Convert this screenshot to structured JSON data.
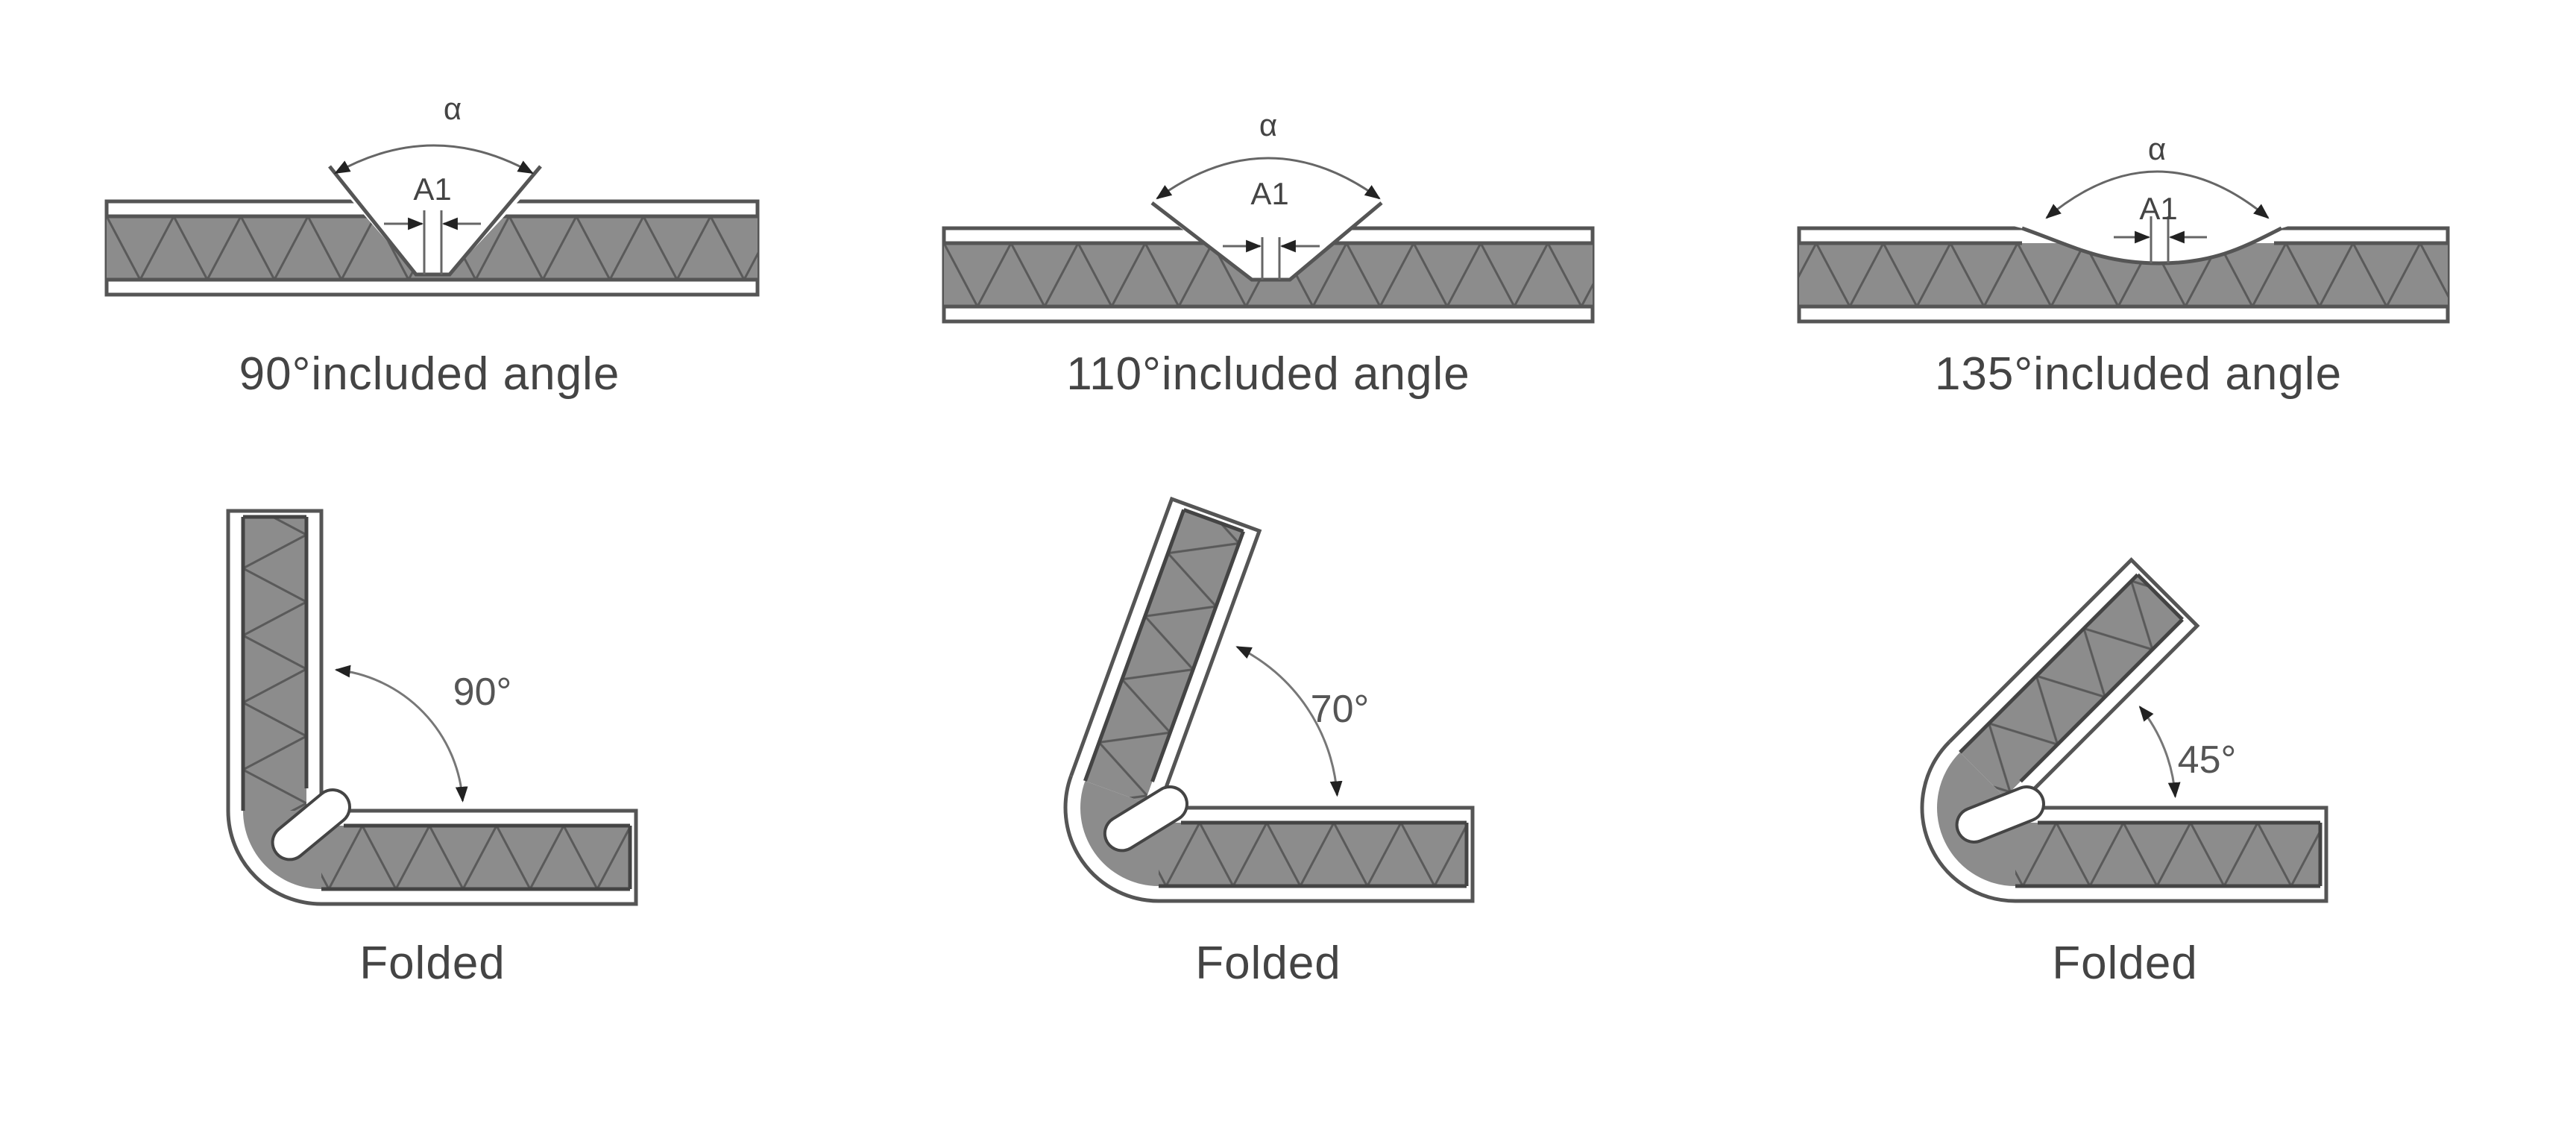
{
  "diagram": {
    "colors": {
      "core": "#8c8c8c",
      "skin": "#ffffff",
      "outline": "#555555",
      "text": "#444444"
    },
    "grooves": [
      {
        "alpha_symbol": "α",
        "dimension_label": "A1",
        "caption": "90°included angle"
      },
      {
        "alpha_symbol": "α",
        "dimension_label": "A1",
        "caption": "110°included angle"
      },
      {
        "alpha_symbol": "α",
        "dimension_label": "A1",
        "caption": "135°included angle"
      }
    ],
    "folds": [
      {
        "angle_deg": 90,
        "angle_label": "90°",
        "caption": "Folded"
      },
      {
        "angle_deg": 70,
        "angle_label": "70°",
        "caption": "Folded"
      },
      {
        "angle_deg": 45,
        "angle_label": "45°",
        "caption": "Folded"
      }
    ]
  }
}
